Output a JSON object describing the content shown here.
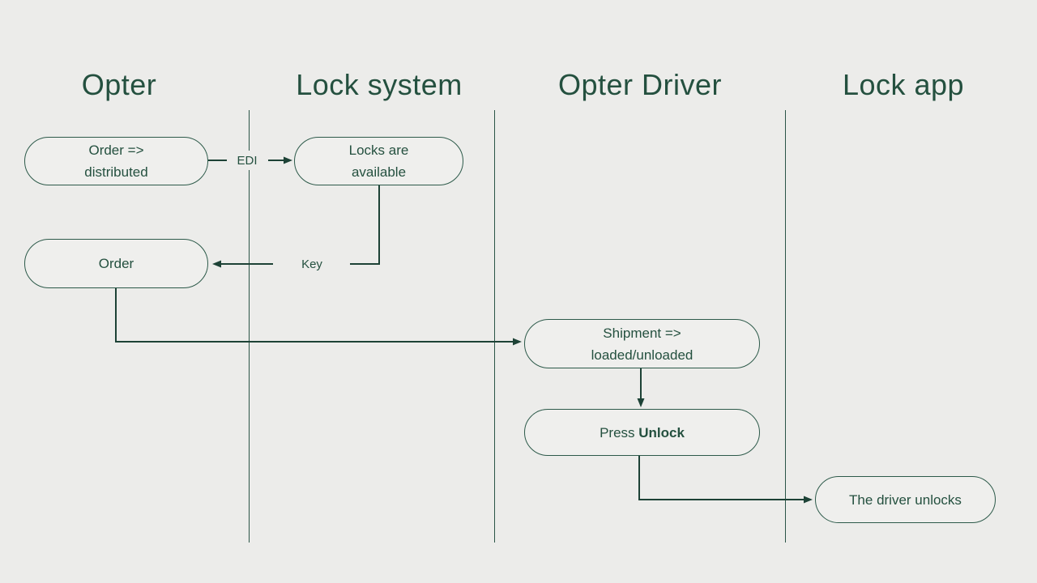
{
  "diagram": {
    "type": "swimlane-flowchart",
    "colors": {
      "background": "#ECECEA",
      "line": "#1D4236",
      "node_fill": "#EFEFED",
      "node_border": "#2D5A4A",
      "text": "#24503F"
    },
    "lanes": [
      {
        "label": "Opter"
      },
      {
        "label": "Lock system"
      },
      {
        "label": "Opter Driver"
      },
      {
        "label": "Lock app"
      }
    ],
    "nodes": [
      {
        "id": "order-distributed",
        "lane": "Opter",
        "line1": "Order =>",
        "line2": "distributed"
      },
      {
        "id": "locks-available",
        "lane": "Lock system",
        "line1": "Locks are",
        "line2": "available"
      },
      {
        "id": "order",
        "lane": "Opter",
        "line1": "Order"
      },
      {
        "id": "shipment-loaded",
        "lane": "Opter Driver",
        "line1": "Shipment =>",
        "line2": "loaded/unloaded"
      },
      {
        "id": "press-unlock",
        "lane": "Opter Driver",
        "label_prefix": "Press ",
        "label_bold": "Unlock"
      },
      {
        "id": "driver-unlocks",
        "lane": "Lock app",
        "line1": "The driver unlocks"
      }
    ],
    "edges": [
      {
        "from": "order-distributed",
        "to": "locks-available",
        "label": "EDI",
        "direction": "right"
      },
      {
        "from": "locks-available",
        "to": "order",
        "label": "Key",
        "direction": "left"
      },
      {
        "from": "order",
        "to": "shipment-loaded",
        "label": "",
        "direction": "right"
      },
      {
        "from": "shipment-loaded",
        "to": "press-unlock",
        "label": "",
        "direction": "down"
      },
      {
        "from": "press-unlock",
        "to": "driver-unlocks",
        "label": "",
        "direction": "right"
      }
    ]
  }
}
